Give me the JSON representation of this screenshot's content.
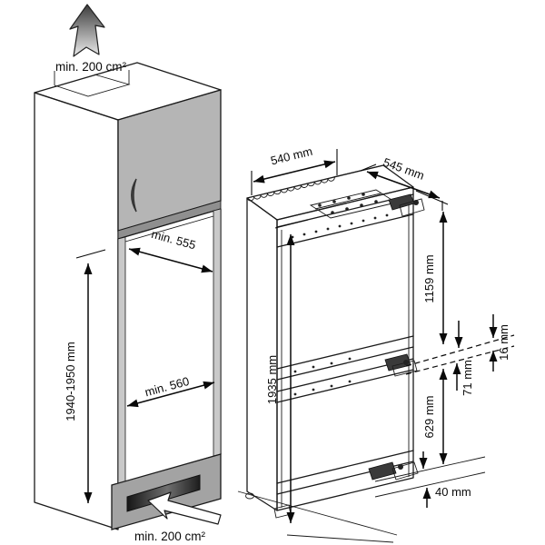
{
  "diagram": {
    "kind": "built-in refrigerator installation drawing",
    "colors": {
      "line": "#1a1a1a",
      "door_fill": "#b5b5b5",
      "door_edge_fill": "#8f8f8f",
      "plinth_fill": "#a3a3a3",
      "vent_slot_dark": "#242424",
      "niche_trim_fill": "#c9c9c9"
    },
    "cabinet": {
      "top_vent_label": "min. 200 cm²",
      "niche_width_label": "min. 555",
      "niche_height_label": "1940-1950 mm",
      "niche_depth_label": "min. 560",
      "bottom_vent_label": "min. 200 cm²"
    },
    "appliance": {
      "width_label": "540 mm",
      "depth_label": "545 mm",
      "height_label": "1935 mm",
      "top_to_hinge_label": "1159 mm",
      "hinge_offset_label": "16 mm",
      "hinge_span_label": "71 mm",
      "hinge_to_bottom_label": "629 mm",
      "bottom_clearance_label": "40 mm"
    }
  }
}
